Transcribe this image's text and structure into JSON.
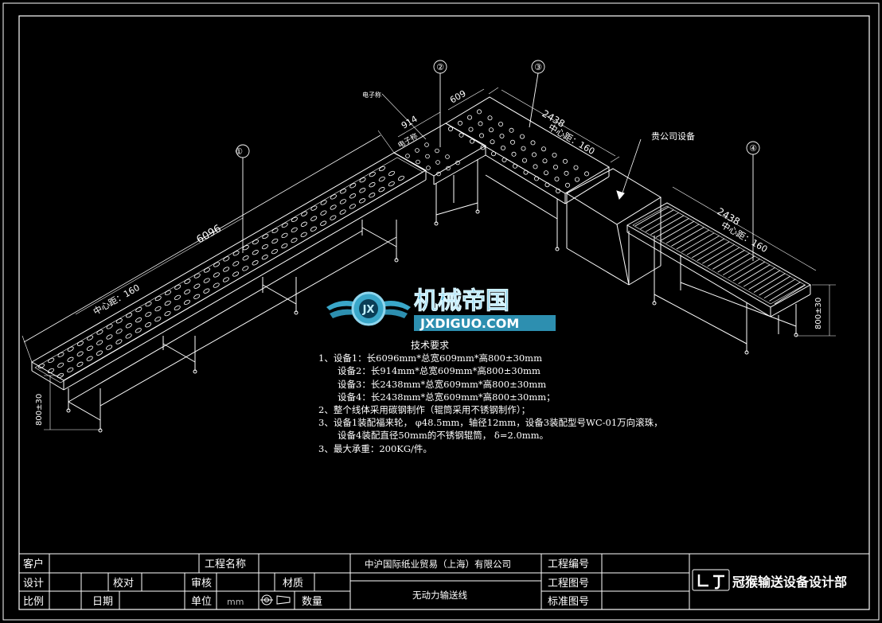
{
  "drawing": {
    "callouts": {
      "c1": "①",
      "c2": "②",
      "c3": "③",
      "c4": "④"
    },
    "dimensions": {
      "d1_length": "6096",
      "d1_center": "中心距：160",
      "d2_width": "914",
      "d2_depth": "609",
      "d3_length": "2438",
      "d3_center": "中心距：160",
      "d4_length": "2438",
      "d4_center": "中心距：160",
      "height_left": "800±30",
      "height_right": "800±30"
    },
    "labels": {
      "customer_equipment": "贵公司设备",
      "electric_box": "电子称",
      "device2_mark": "电子称"
    }
  },
  "watermark": {
    "cn": "机械帝国",
    "en": "JXDIGUO.COM"
  },
  "notes": {
    "title": "技术要求",
    "l1": "1、设备1：长6096mm*总宽609mm*高800±30mm",
    "l2": "设备2：长914mm*总宽609mm*高800±30mm",
    "l3": "设备3：长2438mm*总宽609mm*高800±30mm",
    "l4": "设备4：长2438mm*总宽609mm*高800±30mm；",
    "l5": "2、整个线体采用碳钢制作（辊筒采用不锈钢制作）；",
    "l6": "3、设备1装配福来轮， φ48.5mm，轴径12mm，设备3装配型号WC-01万向滚珠，",
    "l7": "设备4装配直径50mm的不锈钢辊筒， δ=2.0mm。",
    "l8": "3、最大承重：200KG/件。"
  },
  "title_block": {
    "customer": "客户",
    "project_name": "工程名称",
    "company": "中沪国际纸业贸易（上海）有限公司",
    "project_no": "工程编号",
    "design": "设计",
    "check": "校对",
    "audit": "审核",
    "material": "材质",
    "drawing_name": "无动力输送线",
    "project_drawing_no": "工程图号",
    "scale": "比例",
    "date": "日期",
    "unit": "单位",
    "unit_value": "mm",
    "quantity": "数量",
    "std_drawing_no": "标准图号",
    "dept": "冠猴输送设备设计部"
  }
}
